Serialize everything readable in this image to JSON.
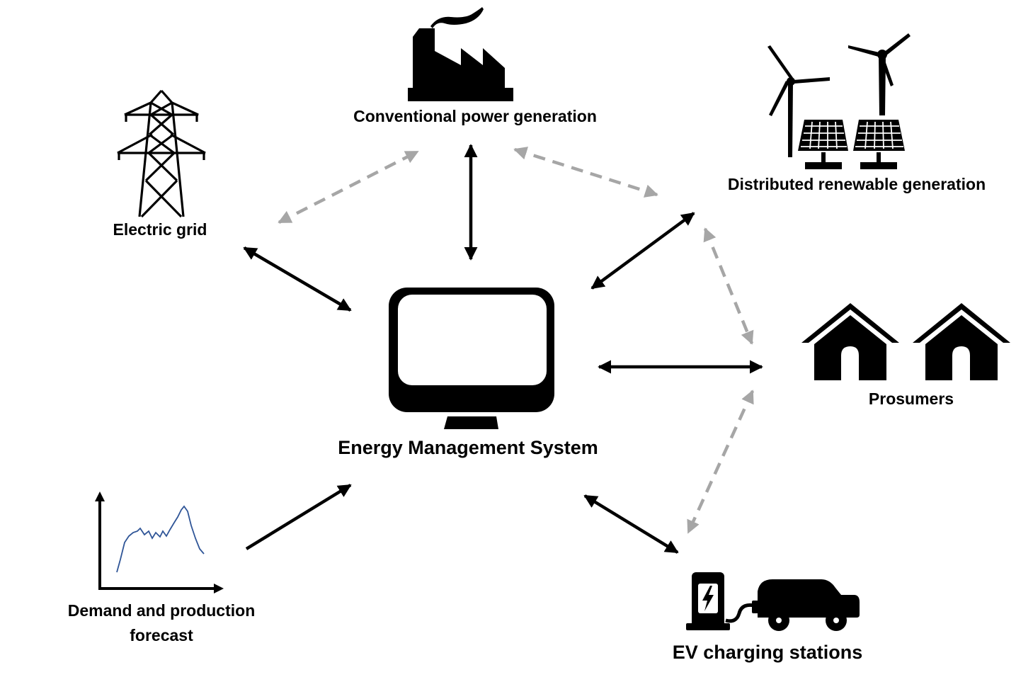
{
  "nodes": {
    "conventional": {
      "label": "Conventional power generation",
      "icon": "factory-icon"
    },
    "grid": {
      "label": "Electric grid",
      "icon": "power-tower-icon"
    },
    "renewable": {
      "label": "Distributed renewable generation",
      "icon": "wind-solar-icon"
    },
    "ems": {
      "label": "Energy Management System",
      "icon": "monitor-icon"
    },
    "prosumers": {
      "label": "Prosumers",
      "icon": "houses-icon"
    },
    "forecast": {
      "label_line1": "Demand and production",
      "label_line2": "forecast",
      "icon": "forecast-chart-icon"
    },
    "ev": {
      "label": "EV charging stations",
      "icon": "ev-charger-icon"
    }
  },
  "edges": {
    "solid_color": "#000000",
    "dashed_color": "#a6a6a6",
    "solid": [
      [
        "grid",
        "ems"
      ],
      [
        "conventional",
        "ems"
      ],
      [
        "renewable",
        "ems"
      ],
      [
        "prosumers",
        "ems"
      ],
      [
        "ev",
        "ems"
      ],
      [
        "forecast",
        "ems"
      ]
    ],
    "dashed": [
      [
        "grid",
        "conventional"
      ],
      [
        "conventional",
        "renewable"
      ],
      [
        "renewable",
        "prosumers"
      ],
      [
        "prosumers",
        "ev"
      ]
    ]
  }
}
